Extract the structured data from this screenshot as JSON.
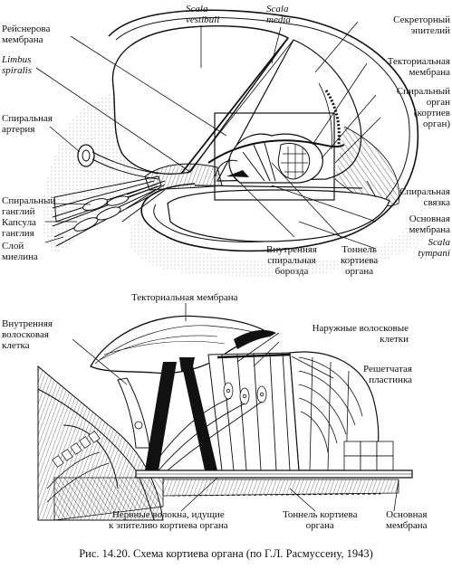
{
  "top_labels": {
    "scala_vestibuli": "Scala\nvestibuli",
    "scala_media": "Scala\nmedia",
    "reissner": "Рейснерова\nмембрана",
    "limbus": "Limbus\nspiralis",
    "spiral_artery": "Спиральная\nартерия",
    "spiral_ganglion": "Спиральный\nганглий",
    "ganglion_capsule": "Капсула\nганглия",
    "myelin_layer": "Слой\nмиелина",
    "secretory_epithelium": "Секреторный\nэпителий",
    "tectorial_membrane": "Текториальная\nмембрана",
    "spiral_organ": "Спиральный\nорган\n(кортиев\nорган)",
    "spiral_ligament": "Спиральная\nсвязка",
    "basilar_membrane": "Основная\nмембрана",
    "scala_tympani": "Scala\ntympani",
    "inner_spiral_sulcus": "Внутренняя\nспиральная\nборозда",
    "corti_tunnel": "Тоннель\nкортиева\nоргана"
  },
  "bottom_labels": {
    "tectorial_membrane": "Текториальная мембрана",
    "inner_hair_cell": "Внутренняя\nволосковая\nклетка",
    "outer_hair_cells": "Наружные волосковые\nклетки",
    "reticular_lamina": "Решетчатая\nпластинка",
    "nerve_fibers": "Нервные волокна, идущие\nк эпителию кортиева органа",
    "corti_tunnel": "Тоннель кортиева\nоргана",
    "basilar_membrane": "Основная\nмембрана"
  },
  "caption": "Рис. 14.20. Схема кортиева органа (по Г.Л. Расмуссену, 1943)"
}
